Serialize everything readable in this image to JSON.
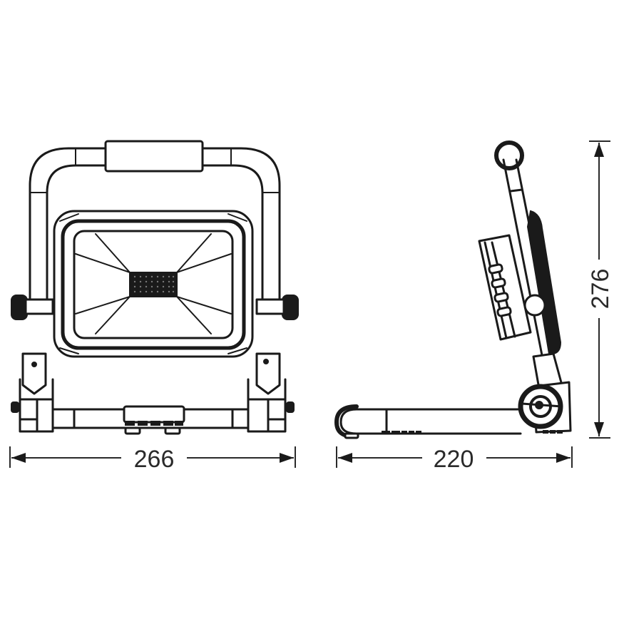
{
  "drawing": {
    "subject": "Portable LED work light dimension drawing",
    "views": [
      {
        "name": "front-view",
        "label": ""
      },
      {
        "name": "side-view",
        "label": ""
      }
    ],
    "colors": {
      "line": "#1a1a1a",
      "background": "#ffffff",
      "dimension": "#2a2a2a"
    }
  },
  "dimensions": {
    "width": {
      "value": "266",
      "view": "front",
      "orientation": "horizontal"
    },
    "depth": {
      "value": "220",
      "view": "side",
      "orientation": "horizontal"
    },
    "height": {
      "value": "276",
      "view": "side",
      "orientation": "vertical"
    }
  }
}
